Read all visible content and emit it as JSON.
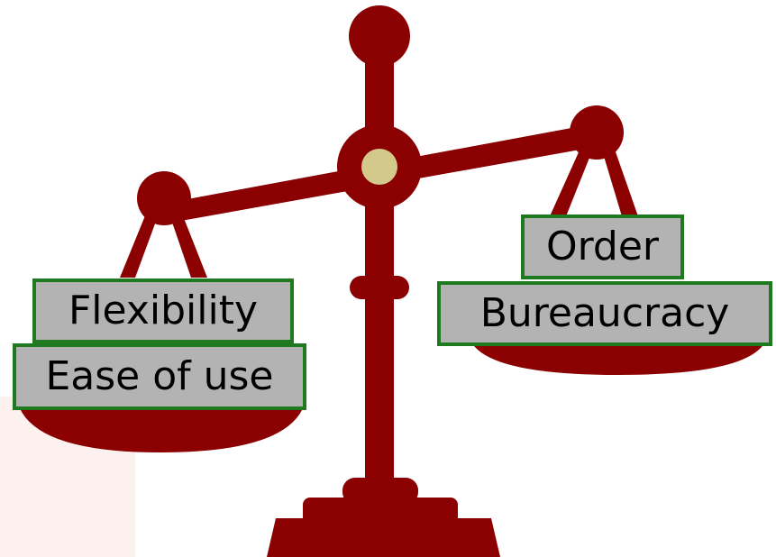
{
  "colors": {
    "scale": "#8b0000",
    "pivot": "#d2c98a",
    "label_fill": "#b3b3b3",
    "label_border": "#1f7a1f",
    "background": "#ffffff",
    "tint": "#fdf1ef"
  },
  "scale": {
    "left_pan": {
      "items": [
        "Flexibility",
        "Ease of use"
      ]
    },
    "right_pan": {
      "items": [
        "Order",
        "Bureaucracy"
      ]
    }
  }
}
